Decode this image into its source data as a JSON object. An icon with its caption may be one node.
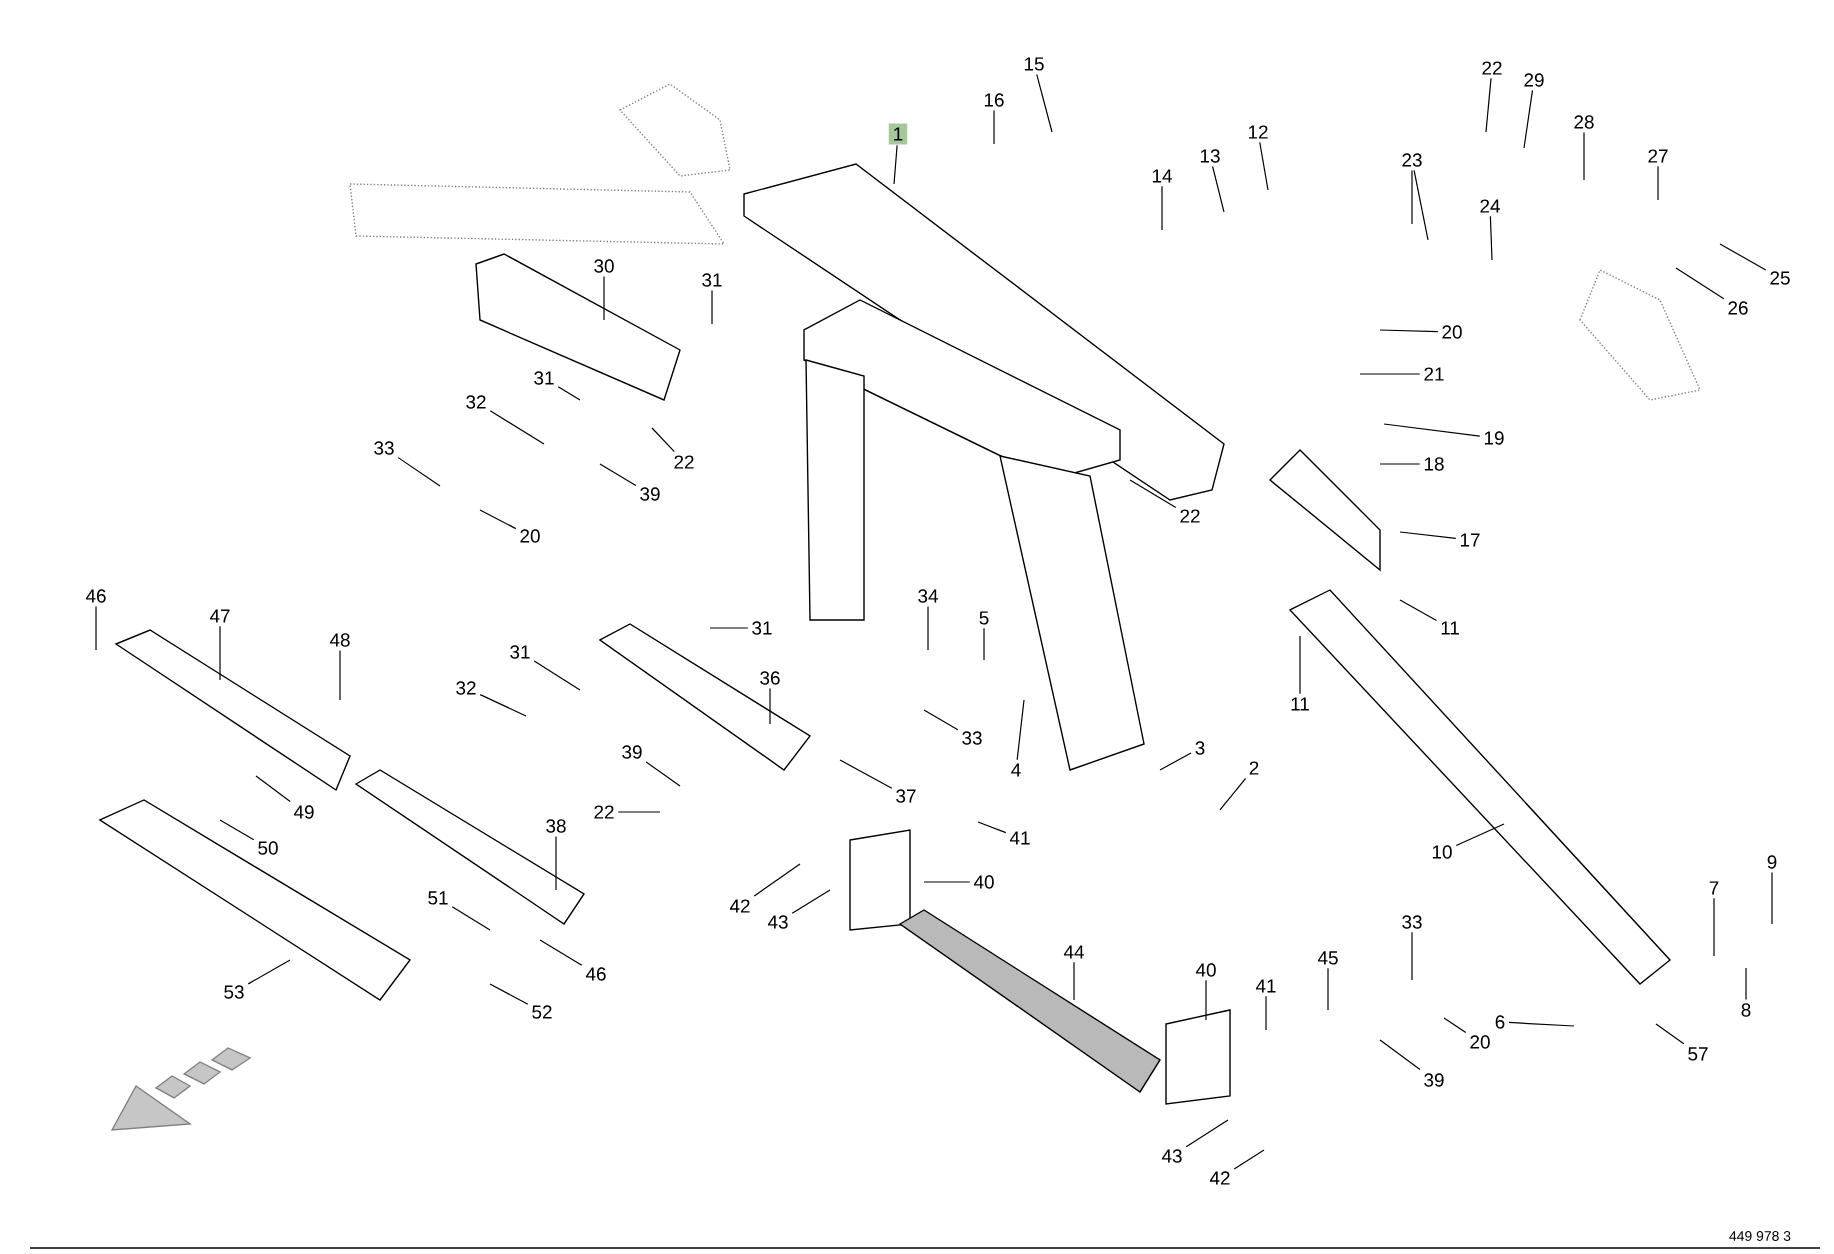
{
  "diagram": {
    "nodes": [
      {
        "text": [
          "1"
        ]
      },
      {
        "text": [
          "16"
        ]
      },
      {
        "text": [
          "15"
        ]
      },
      {
        "text": [
          "14"
        ]
      },
      {
        "text": [
          "13"
        ]
      },
      {
        "text": [
          "12"
        ]
      },
      {
        "text": [
          "23"
        ]
      },
      {
        "text": [
          "24"
        ]
      },
      {
        "text": [
          "22"
        ]
      },
      {
        "text": [
          "29"
        ]
      },
      {
        "text": [
          "28"
        ]
      },
      {
        "text": [
          "27"
        ]
      },
      {
        "text": [
          "25"
        ]
      },
      {
        "text": [
          "26"
        ]
      },
      {
        "text": [
          "20"
        ]
      },
      {
        "text": [
          "21"
        ]
      },
      {
        "text": [
          "19"
        ]
      },
      {
        "text": [
          "18"
        ]
      },
      {
        "text": [
          "17"
        ]
      },
      {
        "text": [
          "22"
        ]
      },
      {
        "text": [
          "11"
        ]
      },
      {
        "text": [
          "11"
        ]
      },
      {
        "text": [
          "10"
        ]
      },
      {
        "text": [
          "7"
        ]
      },
      {
        "text": [
          "9"
        ]
      },
      {
        "text": [
          "8"
        ]
      },
      {
        "text": [
          "6"
        ]
      },
      {
        "text": [
          "57"
        ]
      },
      {
        "text": [
          "33"
        ]
      },
      {
        "text": [
          "45"
        ]
      },
      {
        "text": [
          "20"
        ]
      },
      {
        "text": [
          "39"
        ]
      },
      {
        "text": [
          "40"
        ]
      },
      {
        "text": [
          "41"
        ]
      },
      {
        "text": [
          "44"
        ]
      },
      {
        "text": [
          "43"
        ]
      },
      {
        "text": [
          "42"
        ]
      },
      {
        "text": [
          "40"
        ]
      },
      {
        "text": [
          "41"
        ]
      },
      {
        "text": [
          "37"
        ]
      },
      {
        "text": [
          "33"
        ]
      },
      {
        "text": [
          "4"
        ]
      },
      {
        "text": [
          "5"
        ]
      },
      {
        "text": [
          "34"
        ]
      },
      {
        "text": [
          "3"
        ]
      },
      {
        "text": [
          "2"
        ]
      },
      {
        "text": [
          "36"
        ]
      },
      {
        "text": [
          "31"
        ]
      },
      {
        "text": [
          "31"
        ]
      },
      {
        "text": [
          "32"
        ]
      },
      {
        "text": [
          "39"
        ]
      },
      {
        "text": [
          "22"
        ]
      },
      {
        "text": [
          "38"
        ]
      },
      {
        "text": [
          "42"
        ]
      },
      {
        "text": [
          "43"
        ]
      },
      {
        "text": [
          "46"
        ]
      },
      {
        "text": [
          "47"
        ]
      },
      {
        "text": [
          "48"
        ]
      },
      {
        "text": [
          "49"
        ]
      },
      {
        "text": [
          "50"
        ]
      },
      {
        "text": [
          "53"
        ]
      },
      {
        "text": [
          "51"
        ]
      },
      {
        "text": [
          "46"
        ]
      },
      {
        "text": [
          "52"
        ]
      },
      {
        "text": [
          "30"
        ]
      },
      {
        "text": [
          "31"
        ]
      },
      {
        "text": [
          "31"
        ]
      },
      {
        "text": [
          "32"
        ]
      },
      {
        "text": [
          "33"
        ]
      },
      {
        "text": [
          "22"
        ]
      },
      {
        "text": [
          "39"
        ]
      },
      {
        "text": [
          "20"
        ]
      }
    ],
    "edges": [
      {
        "from": 0,
        "to": null,
        "arrow": "none"
      },
      {
        "from": 1,
        "to": null,
        "arrow": "none"
      },
      {
        "from": 2,
        "to": null,
        "arrow": "none"
      },
      {
        "from": 3,
        "to": null,
        "arrow": "none"
      },
      {
        "from": 4,
        "to": null,
        "arrow": "none"
      },
      {
        "from": 5,
        "to": null,
        "arrow": "none"
      },
      {
        "from": 6,
        "to": null,
        "arrow": "none"
      },
      {
        "from": 6,
        "to": null,
        "arrow": "none"
      },
      {
        "from": 7,
        "to": null,
        "arrow": "none"
      },
      {
        "from": 8,
        "to": null,
        "arrow": "none"
      },
      {
        "from": 9,
        "to": null,
        "arrow": "none"
      },
      {
        "from": 10,
        "to": null,
        "arrow": "none"
      },
      {
        "from": 11,
        "to": null,
        "arrow": "none"
      },
      {
        "from": 12,
        "to": null,
        "arrow": "none"
      },
      {
        "from": 13,
        "to": null,
        "arrow": "none"
      },
      {
        "from": 14,
        "to": null,
        "arrow": "none"
      },
      {
        "from": 15,
        "to": null,
        "arrow": "none"
      },
      {
        "from": 16,
        "to": null,
        "arrow": "none"
      },
      {
        "from": 17,
        "to": null,
        "arrow": "none"
      },
      {
        "from": 18,
        "to": null,
        "arrow": "none"
      },
      {
        "from": 19,
        "to": null,
        "arrow": "none"
      },
      {
        "from": 20,
        "to": null,
        "arrow": "none"
      },
      {
        "from": 21,
        "to": null,
        "arrow": "none"
      },
      {
        "from": 22,
        "to": null,
        "arrow": "none"
      },
      {
        "from": 23,
        "to": null,
        "arrow": "none"
      },
      {
        "from": 24,
        "to": null,
        "arrow": "none"
      },
      {
        "from": 25,
        "to": null,
        "arrow": "none"
      },
      {
        "from": 26,
        "to": null,
        "arrow": "none"
      },
      {
        "from": 27,
        "to": null,
        "arrow": "none"
      },
      {
        "from": 28,
        "to": null,
        "arrow": "none"
      },
      {
        "from": 29,
        "to": null,
        "arrow": "none"
      },
      {
        "from": 30,
        "to": null,
        "arrow": "none"
      },
      {
        "from": 31,
        "to": null,
        "arrow": "none"
      },
      {
        "from": 32,
        "to": null,
        "arrow": "none"
      },
      {
        "from": 33,
        "to": null,
        "arrow": "none"
      },
      {
        "from": 34,
        "to": null,
        "arrow": "none"
      },
      {
        "from": 35,
        "to": null,
        "arrow": "none"
      },
      {
        "from": 36,
        "to": null,
        "arrow": "none"
      },
      {
        "from": 37,
        "to": null,
        "arrow": "none"
      },
      {
        "from": 38,
        "to": null,
        "arrow": "none"
      },
      {
        "from": 39,
        "to": null,
        "arrow": "none"
      },
      {
        "from": 40,
        "to": null,
        "arrow": "none"
      },
      {
        "from": 41,
        "to": null,
        "arrow": "none"
      },
      {
        "from": 42,
        "to": null,
        "arrow": "none"
      },
      {
        "from": 43,
        "to": null,
        "arrow": "none"
      },
      {
        "from": 44,
        "to": null,
        "arrow": "none"
      },
      {
        "from": 45,
        "to": null,
        "arrow": "none"
      },
      {
        "from": 46,
        "to": null,
        "arrow": "none"
      },
      {
        "from": 47,
        "to": null,
        "arrow": "none"
      },
      {
        "from": 48,
        "to": null,
        "arrow": "none"
      },
      {
        "from": 49,
        "to": null,
        "arrow": "none"
      },
      {
        "from": 50,
        "to": null,
        "arrow": "none"
      },
      {
        "from": 51,
        "to": null,
        "arrow": "none"
      },
      {
        "from": 52,
        "to": null,
        "arrow": "none"
      },
      {
        "from": 53,
        "to": null,
        "arrow": "none"
      },
      {
        "from": 54,
        "to": null,
        "arrow": "none"
      },
      {
        "from": 55,
        "to": null,
        "arrow": "none"
      },
      {
        "from": 56,
        "to": null,
        "arrow": "none"
      },
      {
        "from": 57,
        "to": null,
        "arrow": "none"
      },
      {
        "from": 58,
        "to": null,
        "arrow": "none"
      },
      {
        "from": 59,
        "to": null,
        "arrow": "none"
      },
      {
        "from": 60,
        "to": null,
        "arrow": "none"
      },
      {
        "from": 61,
        "to": null,
        "arrow": "none"
      },
      {
        "from": 62,
        "to": null,
        "arrow": "none"
      },
      {
        "from": 63,
        "to": null,
        "arrow": "none"
      },
      {
        "from": 64,
        "to": null,
        "arrow": "none"
      },
      {
        "from": 65,
        "to": null,
        "arrow": "none"
      },
      {
        "from": 66,
        "to": null,
        "arrow": "none"
      },
      {
        "from": 67,
        "to": null,
        "arrow": "none"
      },
      {
        "from": 68,
        "to": null,
        "arrow": "none"
      },
      {
        "from": 69,
        "to": null,
        "arrow": "none"
      },
      {
        "from": 70,
        "to": null,
        "arrow": "none"
      },
      {
        "from": 71,
        "to": null,
        "arrow": "none"
      }
    ],
    "labels": [
      "449 978 3"
    ]
  }
}
